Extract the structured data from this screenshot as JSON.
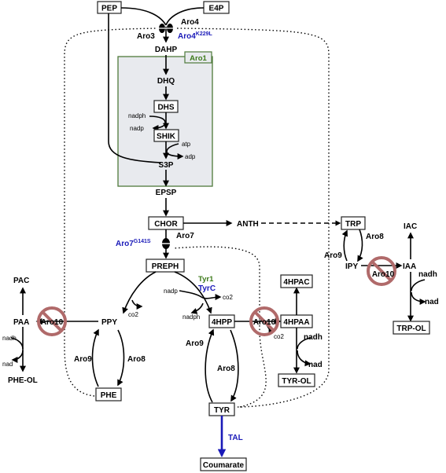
{
  "nodes": {
    "pep": "PEP",
    "e4p": "E4P",
    "dhs": "DHS",
    "shik": "SHIK",
    "chor": "CHOR",
    "preph": "PREPH",
    "trp": "TRP",
    "phe": "PHE",
    "hpp": "4HPP",
    "hpaa": "4HPAA",
    "hpac": "4HPAC",
    "tyr": "TYR",
    "tyrol": "TYR-OL",
    "trpol": "TRP-OL",
    "coumarate": "Coumarate"
  },
  "metabolites": {
    "dahp": "DAHP",
    "dhq": "DHQ",
    "s3p": "S3P",
    "epsp": "EPSP",
    "anth": "ANTH",
    "ppy": "PPY",
    "paa": "PAA",
    "pac": "PAC",
    "pheol": "PHE-OL",
    "ipy": "IPY",
    "iaa": "IAA",
    "iac": "IAC"
  },
  "cofactors": {
    "nadph": "nadph",
    "nadp": "nadp",
    "atp": "atp",
    "adp": "adp",
    "co2": "co2",
    "nadh": "nadh",
    "nad": "nad"
  },
  "enzymes": {
    "aro1": "Aro1",
    "aro3": "Aro3",
    "aro4": "Aro4",
    "aro4_mut": "Aro4",
    "aro4_sup": "K229L",
    "aro7": "Aro7",
    "aro7_mut": "Aro7",
    "aro7_sup": "G141S",
    "aro8": "Aro8",
    "aro9": "Aro9",
    "aro10": "Aro10",
    "tyr1": "Tyr1",
    "tyrc": "TyrC",
    "tal": "TAL"
  },
  "colors": {
    "aro1_box_fill": "#e8eaee",
    "aro1_box_stroke": "#4e7a3a",
    "heterologous_blue": "#1a1ab8",
    "native_green": "#3c7a1a",
    "knockout_red": "#b06a6a"
  }
}
